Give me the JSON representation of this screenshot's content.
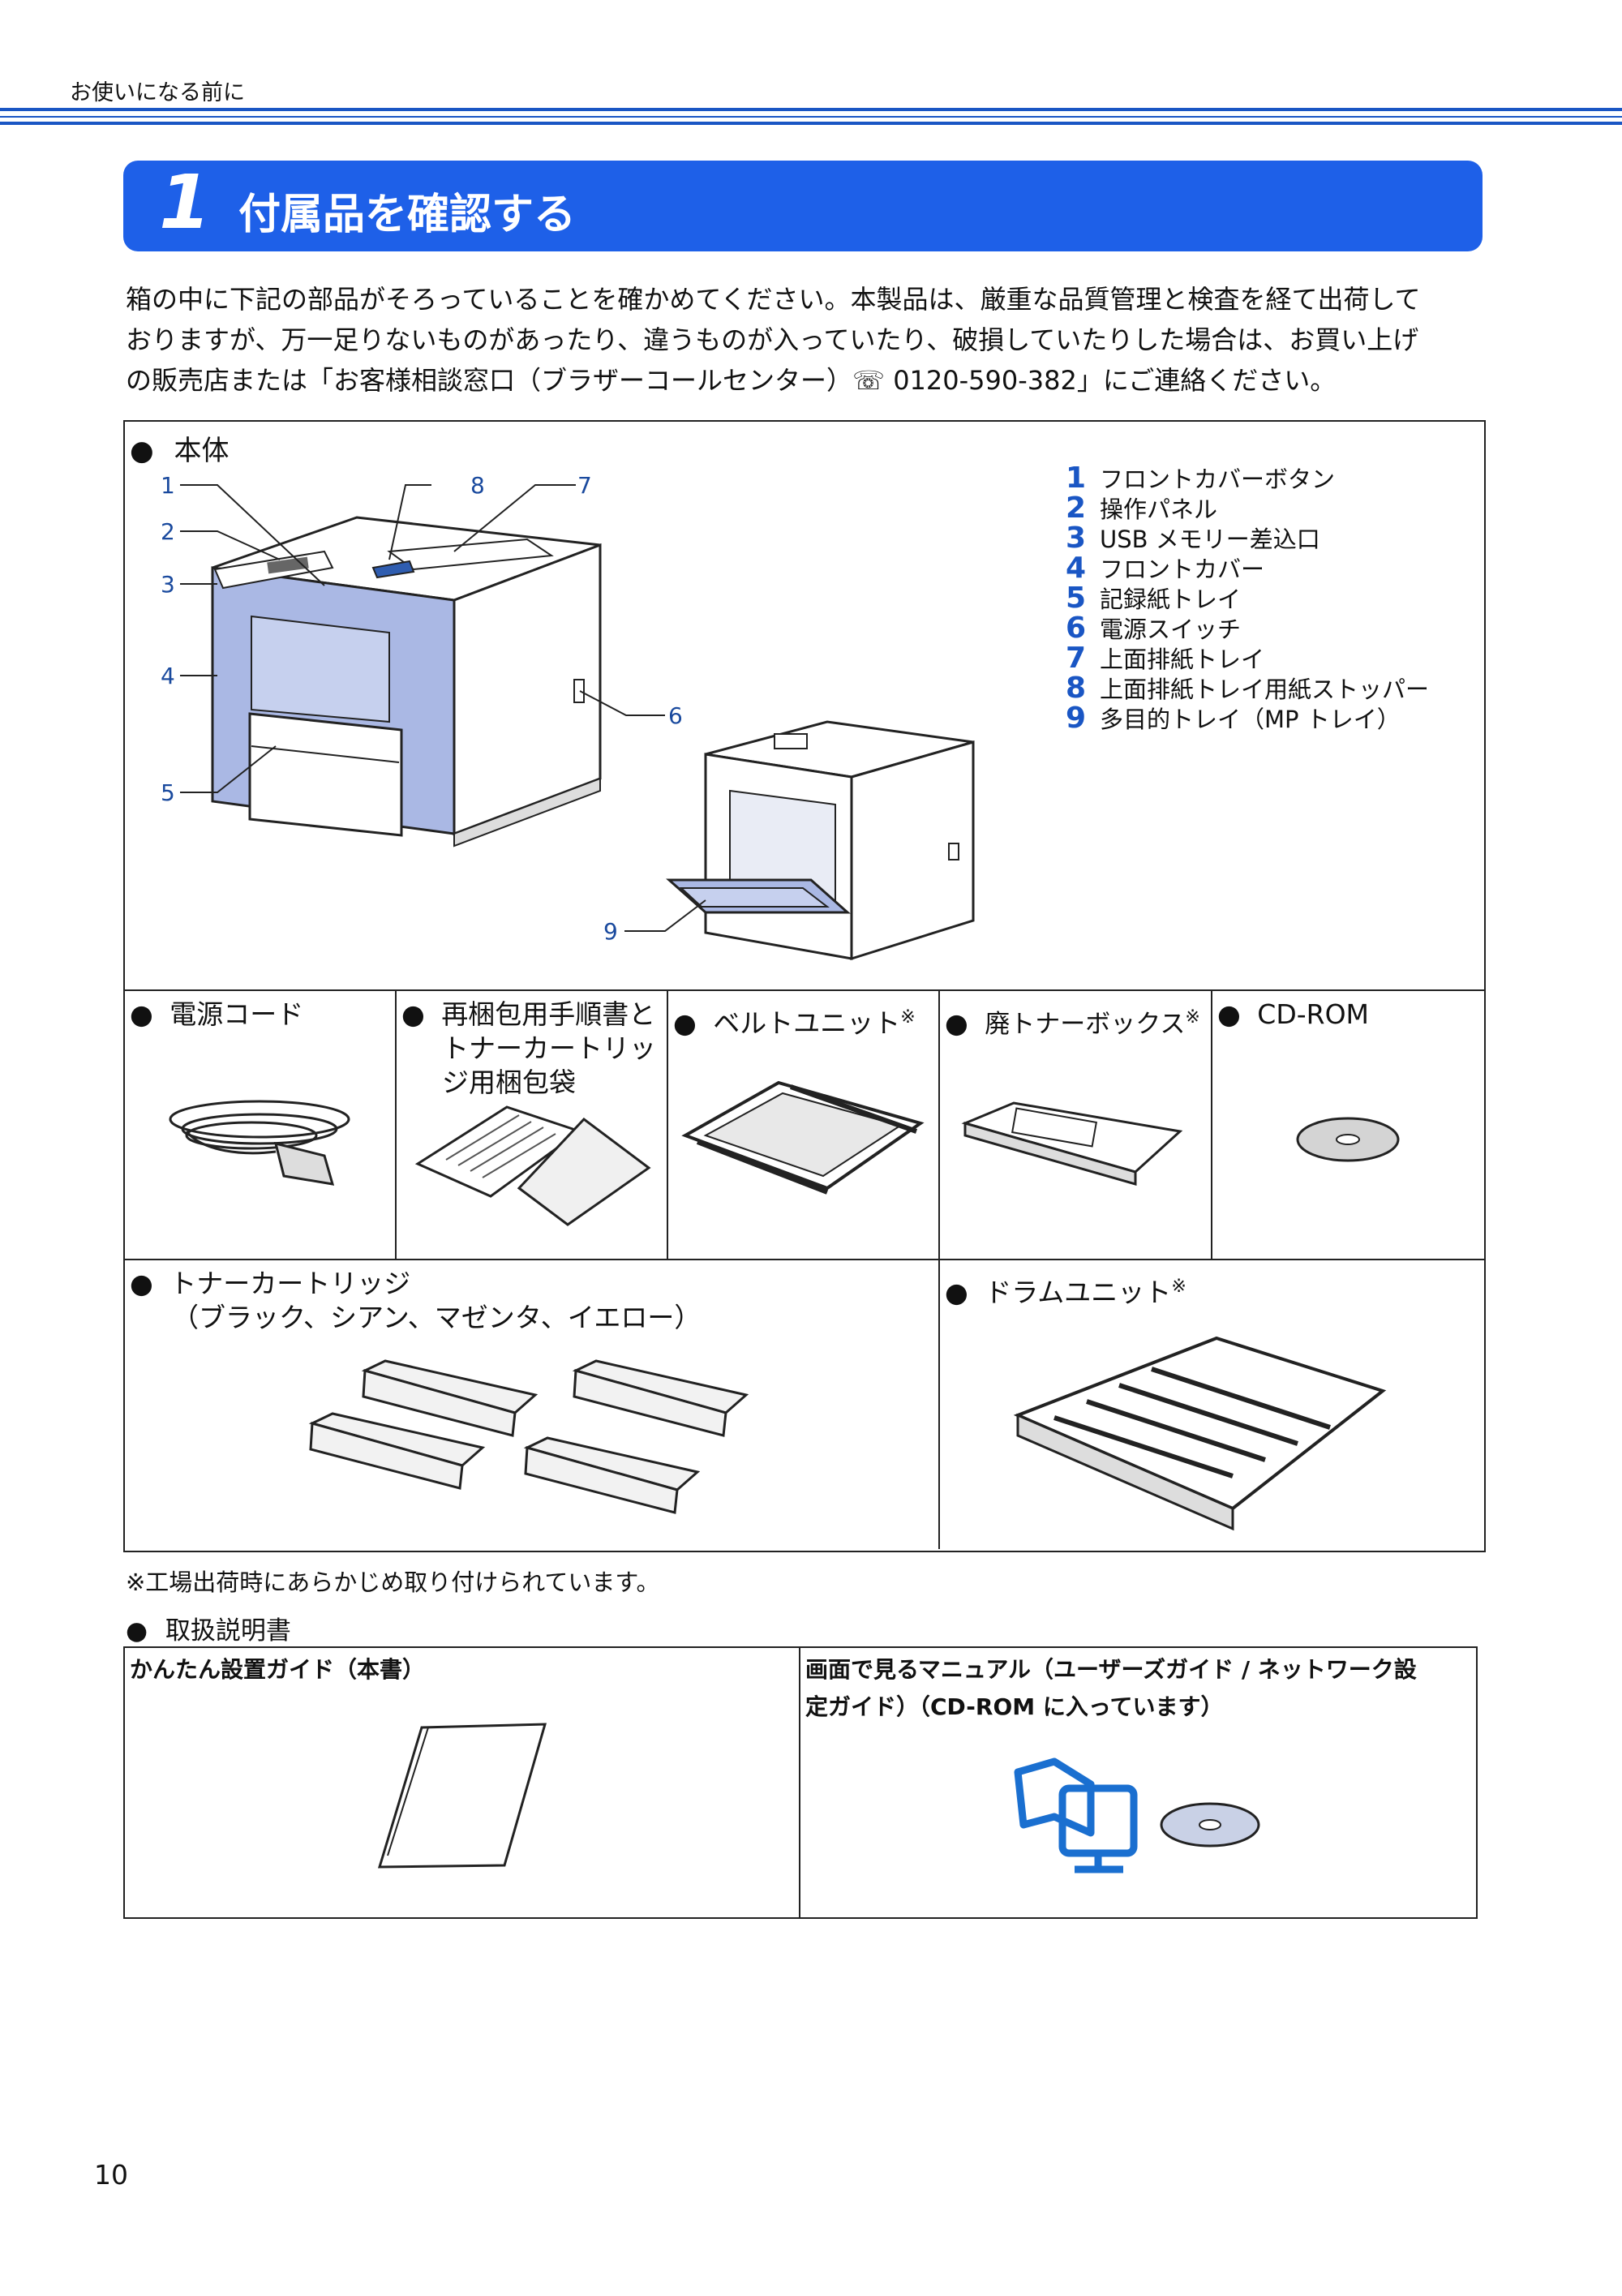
{
  "header": {
    "section": "お使いになる前に"
  },
  "banner": {
    "number": "1",
    "title": "付属品を確認する"
  },
  "intro": {
    "line1": "箱の中に下記の部品がそろっていることを確かめてください。本製品は、厳重な品質管理と検査を経て出荷して",
    "line2": "おりますが、万一足りないものがあったり、違うものが入っていたり、破損していたりした場合は、お買い上げ",
    "line3": "の販売店または「お客様相談窓口（ブラザーコールセンター）☏ 0120-590-382」にご連絡ください。"
  },
  "main_unit": {
    "label": "本体",
    "legend": [
      {
        "num": "1",
        "text": "フロントカバーボタン"
      },
      {
        "num": "2",
        "text": "操作パネル"
      },
      {
        "num": "3",
        "text": "USB メモリー差込口"
      },
      {
        "num": "4",
        "text": "フロントカバー"
      },
      {
        "num": "5",
        "text": "記録紙トレイ"
      },
      {
        "num": "6",
        "text": "電源スイッチ"
      },
      {
        "num": "7",
        "text": "上面排紙トレイ"
      },
      {
        "num": "8",
        "text": "上面排紙トレイ用紙ストッパー"
      },
      {
        "num": "9",
        "text": "多目的トレイ（MP トレイ）"
      }
    ],
    "callouts": [
      "1",
      "2",
      "3",
      "4",
      "5",
      "6",
      "7",
      "8",
      "9"
    ]
  },
  "accessories": {
    "power_cord": "電源コード",
    "repack_line1": "再梱包用手順書と",
    "repack_line2": "トナーカートリッ",
    "repack_line3": "ジ用梱包袋",
    "belt_unit": "ベルトユニット",
    "waste_box": "廃トナーボックス",
    "cdrom": "CD-ROM",
    "mark": "※",
    "toner_line1": "トナーカートリッジ",
    "toner_line2": "（ブラック、シアン、マゼンタ、イエロー）",
    "drum_unit": "ドラムユニット"
  },
  "note": "※工場出荷時にあらかじめ取り付けられています。",
  "manuals": {
    "label": "取扱説明書",
    "left_title": "かんたん設置ガイド（本書）",
    "right_title_line1": "画面で見るマニュアル（ユーザーズガイド / ネットワーク設",
    "right_title_line2": "定ガイド）（CD-ROM に入っています）"
  },
  "colors": {
    "accent": "#1e60e8",
    "printer_blue": "#aab8e4",
    "callout": "#1a4a9e"
  },
  "page_number": "10"
}
